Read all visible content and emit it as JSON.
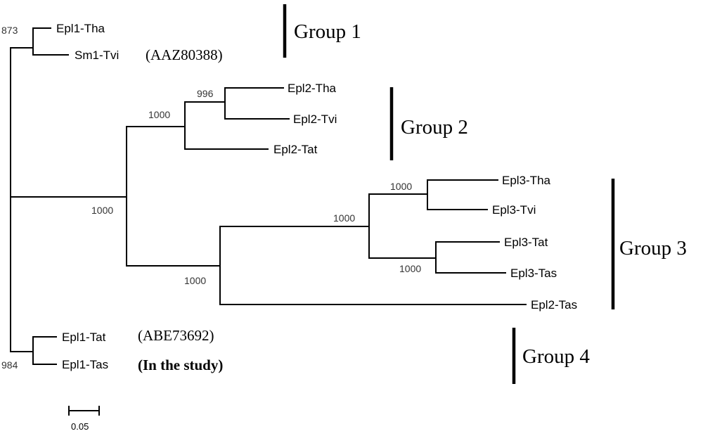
{
  "tree": {
    "leaves": {
      "epl1_tha": "Epl1-Tha",
      "sm1_tvi": "Sm1-Tvi",
      "epl2_tha": "Epl2-Tha",
      "epl2_tvi": "Epl2-Tvi",
      "epl2_tat": "Epl2-Tat",
      "epl3_tha": "Epl3-Tha",
      "epl3_tvi": "Epl3-Tvi",
      "epl3_tat": "Epl3-Tat",
      "epl3_tas": "Epl3-Tas",
      "epl2_tas": "Epl2-Tas",
      "epl1_tat": "Epl1-Tat",
      "epl1_tas": "Epl1-Tas"
    },
    "accessions": {
      "sm1_tvi": "(AAZ80388)",
      "epl1_tat": "(ABE73692)",
      "epl1_tas": "(In the study)"
    },
    "bootstrap": {
      "node_g1": "873",
      "node_g4": "984",
      "node_epl2_tha_tvi": "996",
      "node_g2": "1000",
      "node_g2_g3": "1000",
      "node_epl3_tha_tvi": "1000",
      "node_epl3_core": "1000",
      "node_epl3_tat_tas": "1000",
      "node_g3": "1000"
    },
    "groups": {
      "g1": "Group 1",
      "g2": "Group 2",
      "g3": "Group 3",
      "g4": "Group 4"
    },
    "scale_bar": {
      "label": "0.05"
    }
  }
}
